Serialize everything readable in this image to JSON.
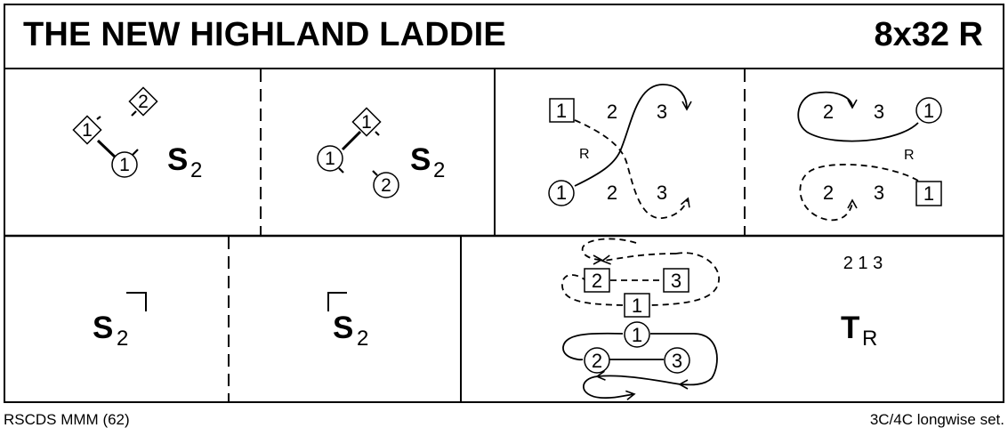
{
  "header": {
    "title": "THE NEW HIGHLAND LADDIE",
    "meter": "8x32 R"
  },
  "footer": {
    "source": "RSCDS MMM (62)",
    "formation": "3C/4C longwise set."
  },
  "bars": [
    {
      "id": "bars-1-4",
      "figure": "S",
      "figure_sub": "2",
      "dancers": [
        {
          "shape": "diamond",
          "label": "2"
        },
        {
          "shape": "diamond",
          "label": "1"
        },
        {
          "shape": "circle",
          "label": "1"
        }
      ]
    },
    {
      "id": "bars-5-8",
      "figure": "S",
      "figure_sub": "2",
      "dancers": [
        {
          "shape": "diamond",
          "label": "1"
        },
        {
          "shape": "circle",
          "label": "1"
        },
        {
          "shape": "circle",
          "label": "2"
        }
      ]
    },
    {
      "id": "bars-9-12",
      "hand": "R",
      "top_row": [
        "1",
        "2",
        "3"
      ],
      "bottom_row": [
        "1",
        "2",
        "3"
      ]
    },
    {
      "id": "bars-13-16",
      "hand": "R",
      "top_row": [
        "2",
        "3",
        "1"
      ],
      "bottom_row": [
        "2",
        "3",
        "1"
      ]
    },
    {
      "id": "bars-17-20",
      "figure": "S",
      "figure_sub": "2"
    },
    {
      "id": "bars-21-24",
      "figure": "S",
      "figure_sub": "2"
    },
    {
      "id": "bars-25-32-diagram",
      "men": [
        "2",
        "3",
        "1"
      ],
      "women": [
        "1",
        "2",
        "3"
      ]
    },
    {
      "id": "bars-25-32-notation",
      "order": "2 1 3",
      "figure": "T",
      "figure_sub": "R"
    }
  ],
  "colors": {
    "ink": "#000000",
    "paper": "#ffffff"
  }
}
